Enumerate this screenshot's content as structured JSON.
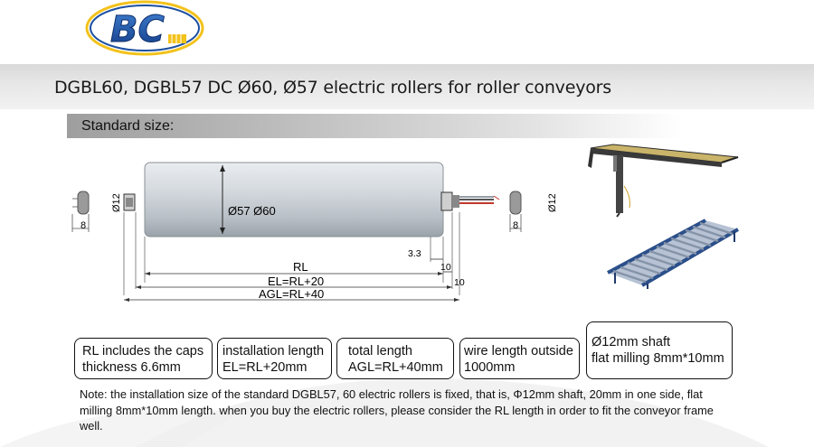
{
  "logo": {
    "text": "BC"
  },
  "header": {
    "title": "DGBL60, DGBL57 DC Ø60, Ø57 electric rollers for roller conveyors"
  },
  "section": {
    "label": "Standard size:"
  },
  "diagram": {
    "shaft_dia_left": "Ø12",
    "shaft_dia_right": "Ø12",
    "flat_left": "8",
    "flat_right": "8",
    "tube_dia": "Ø57   Ø60",
    "cap_dim": "3.3",
    "dim_10_a": "10",
    "dim_10_b": "10",
    "rl": "RL",
    "el": "EL=RL+20",
    "agl": "AGL=RL+40"
  },
  "boxes": [
    {
      "line1": "RL includes the caps",
      "line2": "thickness 6.6mm"
    },
    {
      "line1": "installation length",
      "line2": "EL=RL+20mm"
    },
    {
      "line1": "total length",
      "line2": "AGL=RL+40mm"
    },
    {
      "line1": "wire length outside",
      "line2": "1000mm"
    },
    {
      "line1": "Ø12mm shaft",
      "line2": "flat milling 8mm*10mm"
    }
  ],
  "note": {
    "text": "Note: the installation size of the standard DGBL57, 60 electric rollers is fixed, that is, Φ12mm shaft, 20mm in one side, flat milling 8mm*10mm length. when you buy the electric rollers, please consider the RL length in order to fit the conveyor frame well."
  },
  "colors": {
    "logo_blue": "#1c4fa0",
    "logo_yellow": "#f3c21b",
    "title_bar": "#e0e0e0",
    "roller": "#c9d0d6"
  }
}
